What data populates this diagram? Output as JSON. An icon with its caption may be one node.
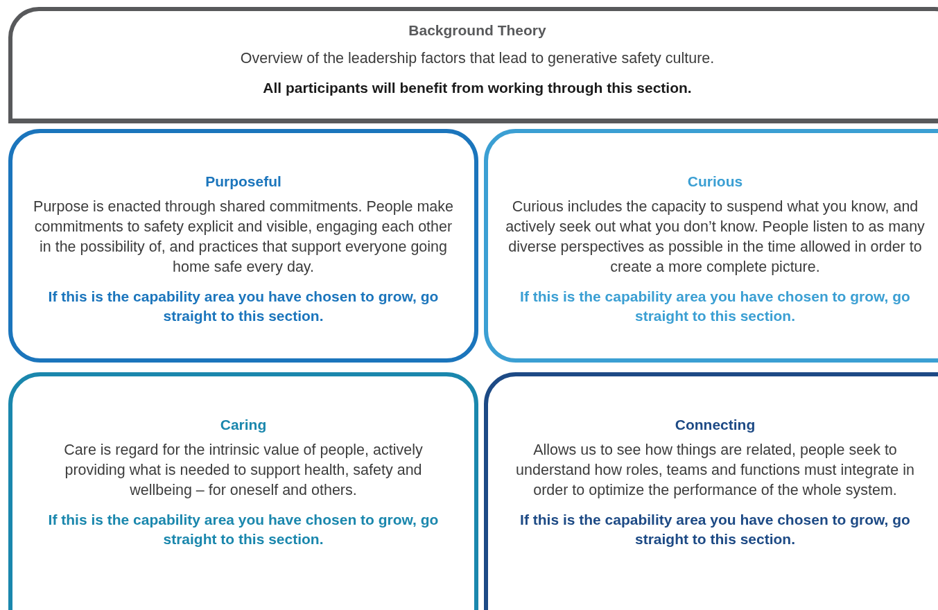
{
  "diagram": {
    "nodes": [
      {
        "text": [
          "Background Theory",
          "Overview of the leadership factors that lead to generative safety culture.",
          "All participants will benefit from working through this section."
        ]
      },
      {
        "text": [
          "Purposeful",
          "Purpose is enacted through shared commitments. People make commitments to safety explicit and visible, engaging each other in the possibility of, and practices that support everyone going home safe every day.",
          "If this is the capability area you have chosen to grow, go straight to this section."
        ]
      },
      {
        "text": [
          "Curious",
          "Curious includes the capacity to suspend what you know, and actively seek out what you don’t know. People listen to as many diverse perspectives as possible in the time allowed in order to create a more complete picture.",
          "If this is the capability area you have chosen to grow, go straight to this section."
        ]
      },
      {
        "text": [
          "Caring",
          "Care is regard for the intrinsic value of people, actively providing what is needed to support health, safety and wellbeing – for oneself and others.",
          "If this is the capability area you have chosen to grow, go straight to this section."
        ]
      },
      {
        "text": [
          "Connecting",
          "Allows us to see how things are related, people seek to understand how roles, teams and functions must integrate in order to optimize the performance of the whole system.",
          "If this is the capability area you have chosen to grow, go straight to this section."
        ]
      }
    ]
  }
}
